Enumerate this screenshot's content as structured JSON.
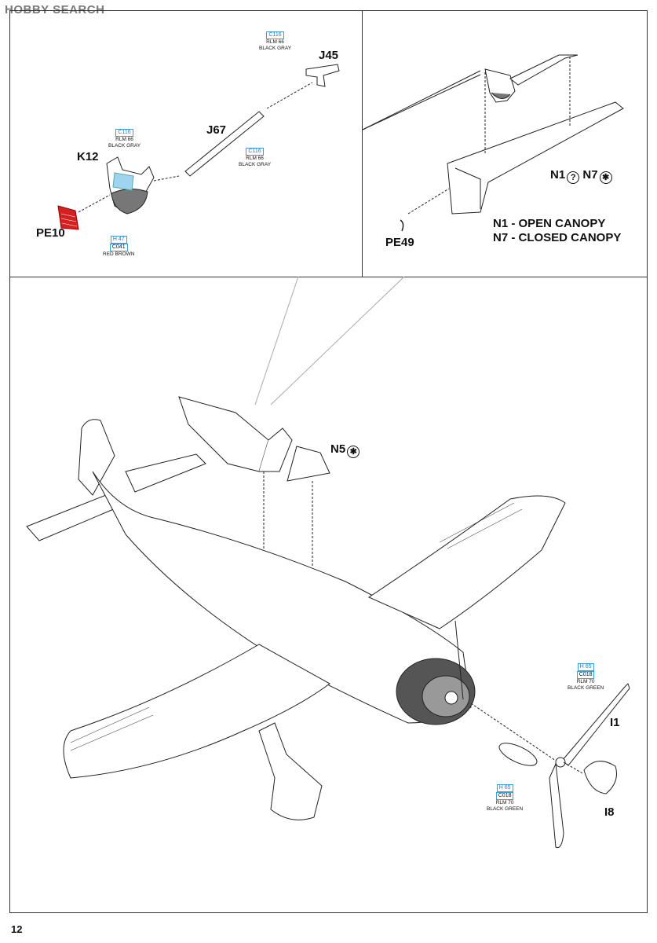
{
  "watermark": "HOBBY SEARCH",
  "page_number": "12",
  "parts": {
    "j45": "J45",
    "j67": "J67",
    "k12": "K12",
    "pe10": "PE10",
    "pe49": "PE49",
    "n1": "N1",
    "n7": "N7",
    "n5": "N5",
    "i1": "I1",
    "i8": "I8"
  },
  "symbols": {
    "open": "?",
    "closed": "✱"
  },
  "legend": {
    "n1": "N1 -  OPEN CANOPY",
    "n7": "N7 -  CLOSED CANOPY"
  },
  "paints": {
    "j45": {
      "code": "C116",
      "l1": "RLM 66",
      "l2": "BLACK GRAY"
    },
    "k12": {
      "code": "C116",
      "l1": "RLM 66",
      "l2": "BLACK GRAY"
    },
    "j67": {
      "code": "C116",
      "l1": "RLM 66",
      "l2": "BLACK GRAY"
    },
    "pe10": {
      "code": "H 47",
      "l1": "C041",
      "l2": "RED BROWN"
    },
    "i1": {
      "code": "H 65",
      "l1": "C018",
      "l2": "RLM 70",
      "l3": "BLACK GREEN"
    },
    "blade": {
      "code": "H 65",
      "l1": "C018",
      "l2": "RLM 70",
      "l3": "BLACK GREEN"
    }
  },
  "colors": {
    "paint_callout": "#1d7fbf",
    "photoetch_red": "#d42020",
    "clear_part": "#9fd4f0"
  }
}
